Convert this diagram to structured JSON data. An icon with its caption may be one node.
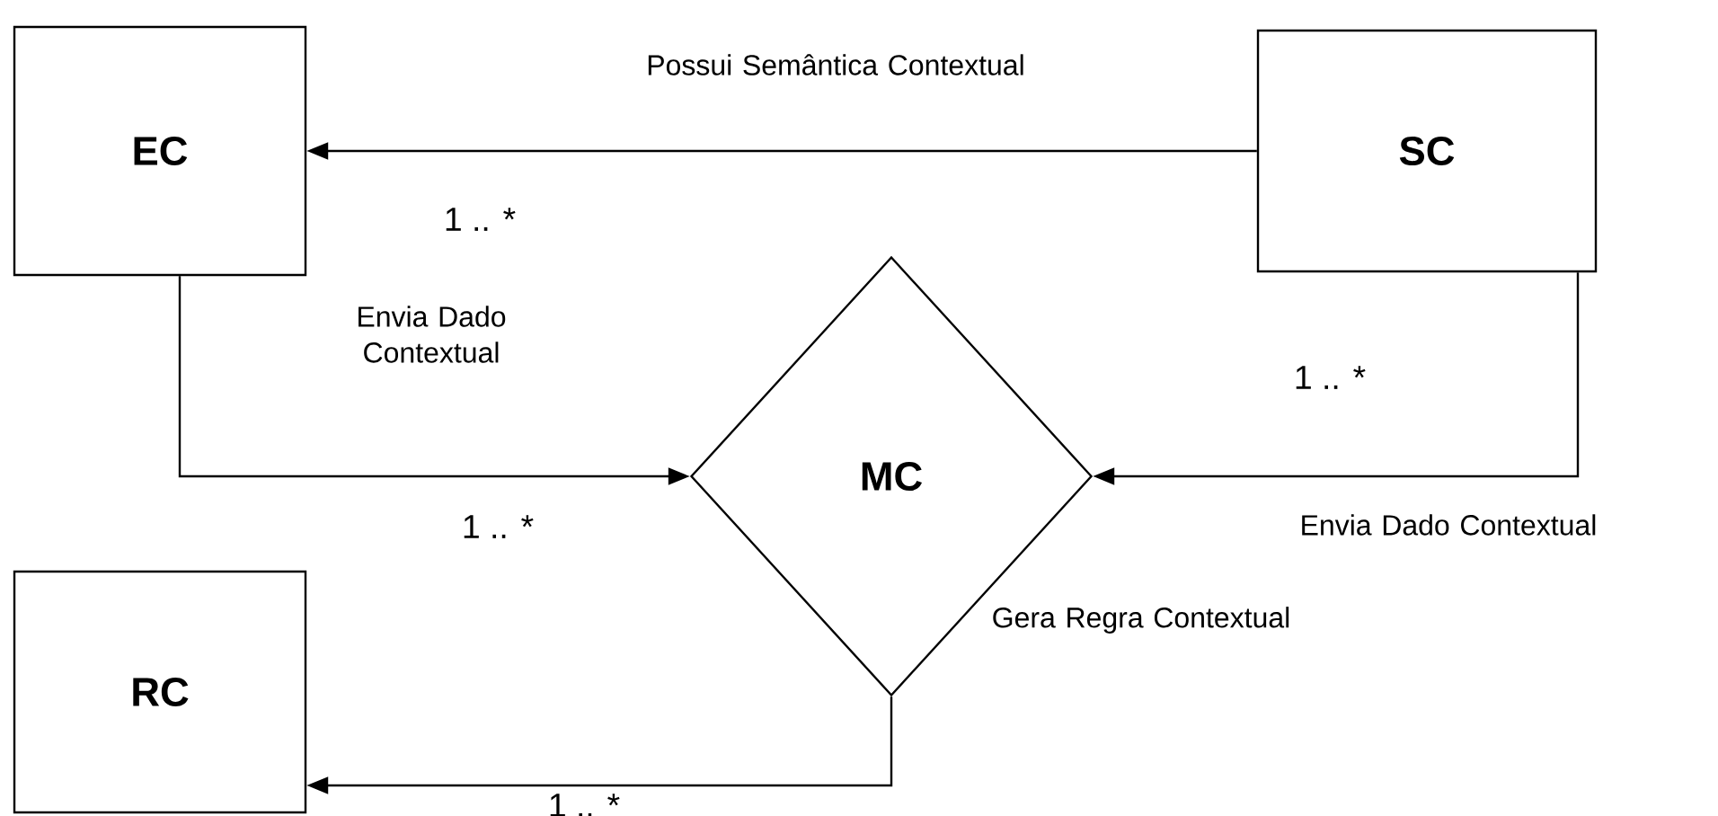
{
  "diagram": {
    "nodes": [
      {
        "text": [
          "EC"
        ]
      },
      {
        "text": [
          "SC"
        ]
      },
      {
        "text": [
          "MC"
        ]
      },
      {
        "text": [
          "RC"
        ]
      }
    ],
    "edges": [
      {
        "from": 1,
        "to": 0,
        "arrow": "to",
        "label": "Possui Semântica Contextual"
      },
      {
        "from": 0,
        "to": 2,
        "arrow": "to",
        "label": "Envia Dado Contextual"
      },
      {
        "from": 1,
        "to": 2,
        "arrow": "to",
        "label": "Envia Dado Contextual"
      },
      {
        "from": 2,
        "to": 3,
        "arrow": "to",
        "label": "Gera Regra Contextual"
      }
    ],
    "labels": [
      "1 .. *",
      "1 .. *",
      "1 .. *",
      "1 .. *"
    ]
  }
}
